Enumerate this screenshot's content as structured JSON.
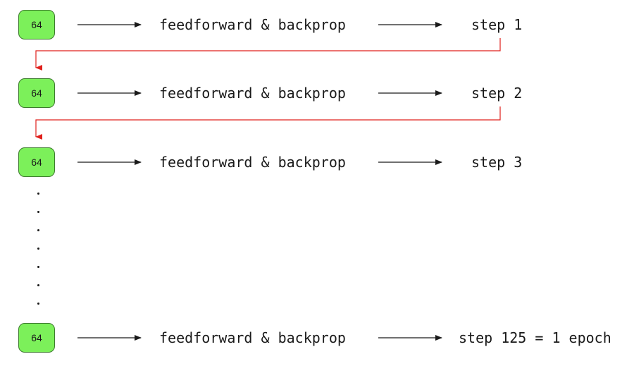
{
  "rows": [
    {
      "batch": "64",
      "process": "feedforward & backprop",
      "result": "step 1"
    },
    {
      "batch": "64",
      "process": "feedforward & backprop",
      "result": "step 2"
    },
    {
      "batch": "64",
      "process": "feedforward & backprop",
      "result": "step 3"
    },
    {
      "batch": "64",
      "process": "feedforward & backprop",
      "result": "step 125 = 1 epoch"
    }
  ],
  "colors": {
    "box_fill": "#7CF05A",
    "box_border": "#3d7a2e",
    "arrow": "#1a1a1a",
    "loop_arrow": "#e0201c"
  }
}
